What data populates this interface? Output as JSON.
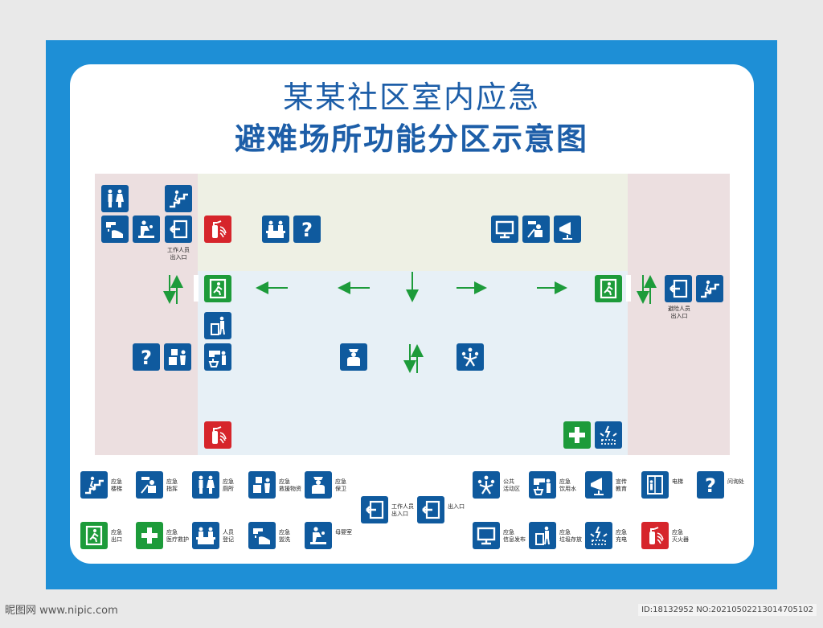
{
  "title": {
    "line1": "某某社区室内应急",
    "line2": "避难场所功能分区示意图"
  },
  "colors": {
    "frame": "#1e8fd6",
    "sign_blue": "#0f5a9e",
    "sign_green": "#1d9b3a",
    "sign_red": "#d6252b",
    "arrow": "#1d9b3a",
    "title": "#1d5ea8"
  },
  "plan_labels": {
    "staff_exit": "工作人员\n出入口",
    "evac_exit": "避险人员\n出入口"
  },
  "legend": [
    {
      "icon": "stairs-icon",
      "color": "blue",
      "label": "应急\n楼梯"
    },
    {
      "icon": "command-icon",
      "color": "blue",
      "label": "应急\n指挥"
    },
    {
      "icon": "toilet-icon",
      "color": "blue",
      "label": "应急\n厕所"
    },
    {
      "icon": "supplies-icon",
      "color": "blue",
      "label": "应急\n救援物资"
    },
    {
      "icon": "guard-icon",
      "color": "blue",
      "label": "应急\n保卫"
    },
    {
      "icon": "staff-exit-icon",
      "color": "blue",
      "label": "工作人员\n出入口"
    },
    {
      "icon": "entrance-icon",
      "color": "blue",
      "label": "出入口"
    },
    {
      "icon": "public-activity-icon",
      "color": "blue",
      "label": "公共\n活动区"
    },
    {
      "icon": "water-tap-icon",
      "color": "blue",
      "label": "应急\n饮用水"
    },
    {
      "icon": "megaphone-icon",
      "color": "blue",
      "label": "宣传\n教育"
    },
    {
      "icon": "elevator-icon",
      "color": "blue",
      "label": "电梯"
    },
    {
      "icon": "question-icon",
      "color": "blue",
      "label": "问询处"
    },
    {
      "icon": "emergency-exit-icon",
      "color": "green",
      "label": "应急\n出口"
    },
    {
      "icon": "first-aid-icon",
      "color": "green",
      "label": "应急\n医疗救护"
    },
    {
      "icon": "registration-icon",
      "color": "blue",
      "label": "人员\n登记"
    },
    {
      "icon": "wash-icon",
      "color": "blue",
      "label": "应急\n盥洗"
    },
    {
      "icon": "baby-care-icon",
      "color": "blue",
      "label": "母婴室"
    },
    {
      "icon": "info-screen-icon",
      "color": "blue",
      "label": "应急\n信息发布"
    },
    {
      "icon": "trash-icon",
      "color": "blue",
      "label": "应急\n垃圾存放"
    },
    {
      "icon": "charging-icon",
      "color": "blue",
      "label": "应急\n充电"
    },
    {
      "icon": "fire-extinguisher-icon",
      "color": "red",
      "label": "应急\n灭火器"
    }
  ],
  "watermark": {
    "site": "昵图网 www.nipic.com",
    "id": "ID:18132952 NO:20210502213014705102"
  }
}
